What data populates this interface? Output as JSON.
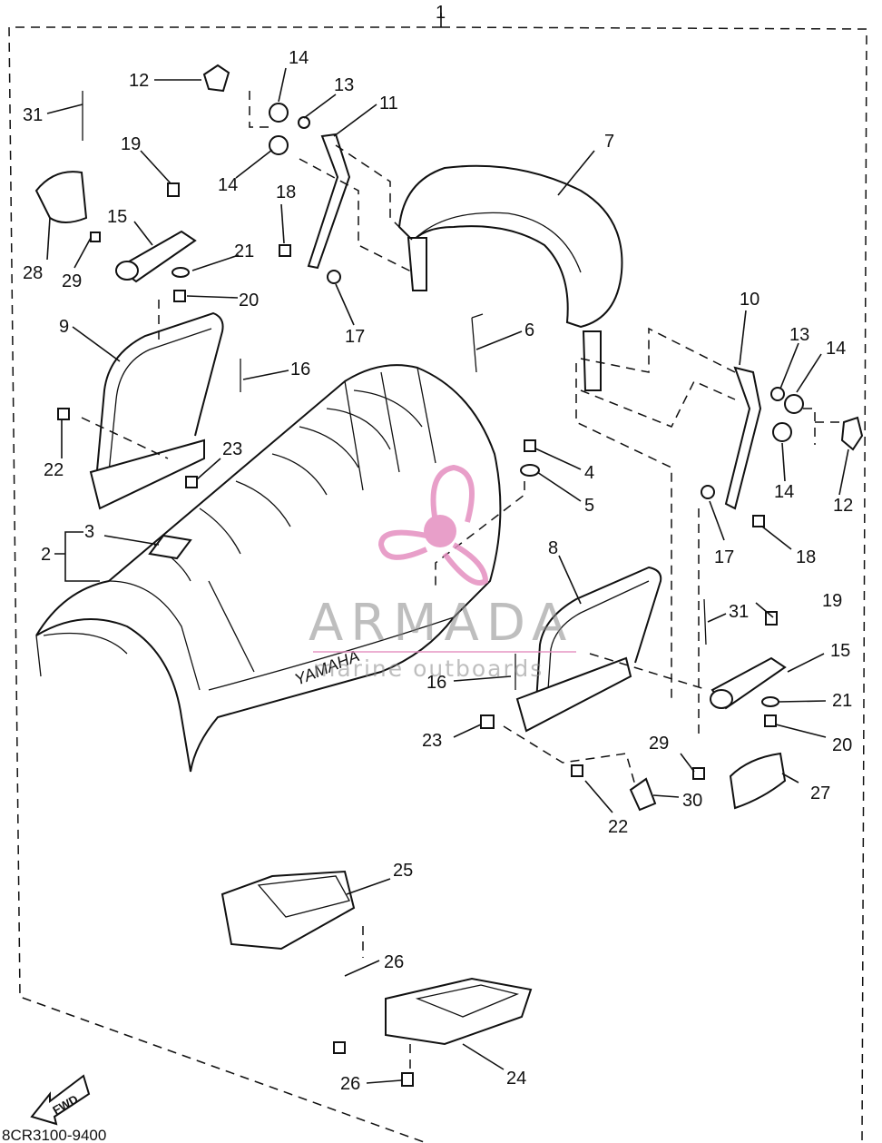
{
  "diagram": {
    "code": "8CR3100-9400",
    "fwd_label": "FWD",
    "labels": {
      "n1": "1",
      "n2": "2",
      "n3": "3",
      "n4": "4",
      "n5": "5",
      "n6": "6",
      "n7": "7",
      "n8": "8",
      "n9": "9",
      "n10": "10",
      "n11": "11",
      "n12a": "12",
      "n12b": "12",
      "n13a": "13",
      "n13b": "13",
      "n14a": "14",
      "n14b": "14",
      "n14c": "14",
      "n14d": "14",
      "n15a": "15",
      "n15b": "15",
      "n16a": "16",
      "n16b": "16",
      "n17a": "17",
      "n17b": "17",
      "n18a": "18",
      "n18b": "18",
      "n19a": "19",
      "n19b": "19",
      "n20a": "20",
      "n20b": "20",
      "n21a": "21",
      "n21b": "21",
      "n22a": "22",
      "n22b": "22",
      "n23a": "23",
      "n23b": "23",
      "n24": "24",
      "n25": "25",
      "n26a": "26",
      "n26b": "26",
      "n27": "27",
      "n28": "28",
      "n29a": "29",
      "n29b": "29",
      "n30": "30",
      "n31a": "31",
      "n31b": "31"
    },
    "seat_brand": "YAMAHA"
  },
  "watermark": {
    "brand": "ARMADA",
    "tagline": "marine outboards",
    "color_pink": "#e58fc0",
    "color_gray": "#8a8a8a"
  }
}
